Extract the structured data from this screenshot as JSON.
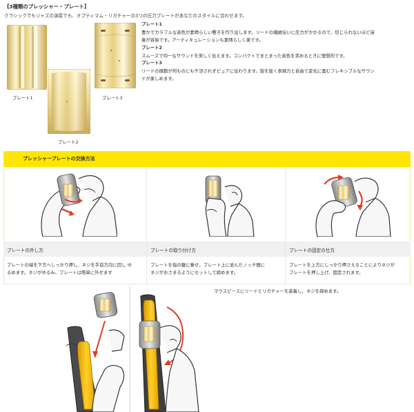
{
  "header": {
    "title": "【3種類のプレッシャー・プレート】",
    "intro": "クラシックでもジャズの演奏でも、オプティマム・リガチャーの3つの圧力プレートがあなたのスタイルに合わせます。"
  },
  "plates": {
    "labels": {
      "p1": "プレート1",
      "p2": "プレート2",
      "p3": "プレート3"
    },
    "descriptions": [
      {
        "name": "プレート1",
        "lines": [
          "豊かでカラフルな音色が素晴らしい響きを作り出します。リードの繊維伝いに圧力がかかるので、信じられないほど演",
          "奏が容易です。アーティキュレーションも素晴らしく楽です。"
        ]
      },
      {
        "name": "プレート2",
        "lines": [
          "スムーズで均一なサウンドを美しく伝えます。コンパクトでまとまった音色を求めるときに理想的です。"
        ]
      },
      {
        "name": "プレート3",
        "lines": [
          "リードの振動が何ものにも干渉されずピュアに伝わります。鋭を抜く表現力と自由で変化に富むフレキシブルなサウン",
          "ドが楽しめます。"
        ]
      }
    ]
  },
  "howto": {
    "title": "プレッシャープレートの交換方法",
    "steps": [
      {
        "title": "プレートの外し方",
        "desc": [
          "プレートの端を下方へしっかり押し、ネジを手前方向に回し ゆ",
          "るめます。ネジがゆるみ、プレートは簡単に外せます"
        ]
      },
      {
        "title": "プレートの取り付け方",
        "desc": [
          "プレートを指の腹に乗せ、プレート上に並んだノッチ間に",
          "ネジがおさまるようにセットして締めます。"
        ]
      },
      {
        "title": "プレートの固定の仕方",
        "desc": [
          "プレートを上方にしっかり押さえることによりネジが",
          "プレートを押し上げ、固定されます。"
        ]
      }
    ]
  },
  "bottom": {
    "note": "マウスピースにリードとリガチャーを装着し、ネジを締めます。"
  },
  "colors": {
    "accent_yellow": "#ffe600",
    "gold": "#e8d38a",
    "title_bar": "#f0f0f0"
  },
  "icons": [
    "plate-1-image",
    "plate-2-image",
    "plate-3-image",
    "hand-remove-illustration",
    "hand-attach-illustration",
    "hand-fix-illustration",
    "mouthpiece-illustration"
  ]
}
